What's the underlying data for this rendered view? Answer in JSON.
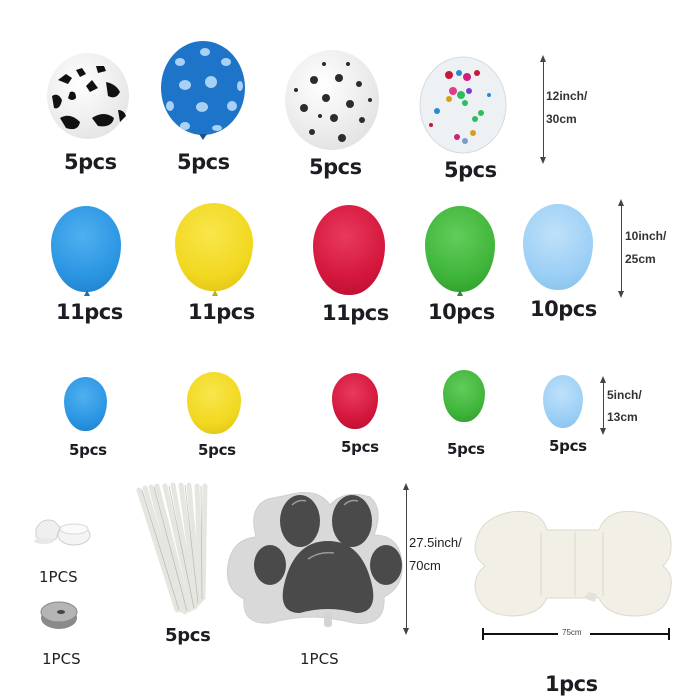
{
  "rows": {
    "row1": {
      "size_label": [
        "12inch/",
        "30cm"
      ],
      "items": [
        {
          "name": "cow-print-balloon",
          "pattern": "cow",
          "qty": "5pcs",
          "color": "#ffffff"
        },
        {
          "name": "blue-polka-dot-balloon",
          "pattern": "polka-dot",
          "qty": "5pcs",
          "color": "#1e74c8"
        },
        {
          "name": "paw-print-balloon",
          "pattern": "paw",
          "qty": "5pcs",
          "color": "#f2f2f2"
        },
        {
          "name": "confetti-balloon",
          "pattern": "confetti",
          "qty": "5pcs",
          "color": "#eef1f3"
        }
      ]
    },
    "row2": {
      "size_label": [
        "10inch/",
        "25cm"
      ],
      "items": [
        {
          "name": "blue-balloon",
          "qty": "11pcs",
          "color": "#2b95e3"
        },
        {
          "name": "yellow-balloon",
          "qty": "11pcs",
          "color": "#f2d820"
        },
        {
          "name": "red-balloon",
          "qty": "11pcs",
          "color": "#d4163c"
        },
        {
          "name": "green-balloon",
          "qty": "10pcs",
          "color": "#3fb53a"
        },
        {
          "name": "light-blue-balloon",
          "qty": "10pcs",
          "color": "#9ccff5"
        }
      ]
    },
    "row3": {
      "size_label": [
        "5inch/",
        "13cm"
      ],
      "items": [
        {
          "name": "small-blue-balloon",
          "qty": "5pcs",
          "color": "#2b95e3"
        },
        {
          "name": "small-yellow-balloon",
          "qty": "5pcs",
          "color": "#f2d820"
        },
        {
          "name": "small-red-balloon",
          "qty": "5pcs",
          "color": "#d4163c"
        },
        {
          "name": "small-green-balloon",
          "qty": "5pcs",
          "color": "#3fb53a"
        },
        {
          "name": "small-light-blue-balloon",
          "qty": "5pcs",
          "color": "#9ccff5"
        }
      ]
    },
    "row4": {
      "ribbon": {
        "qty": "1PCS"
      },
      "glue_dots": {
        "qty": "1PCS"
      },
      "balloon_sticks": {
        "qty": "5pcs"
      },
      "paw_foil": {
        "qty": "1PCS",
        "size_label": [
          "27.5inch/",
          "70cm"
        ],
        "color": "#4a4a4a"
      },
      "bone_foil": {
        "qty": "1pcs",
        "width_label": "75cm",
        "color": "#f1efe6"
      }
    }
  }
}
